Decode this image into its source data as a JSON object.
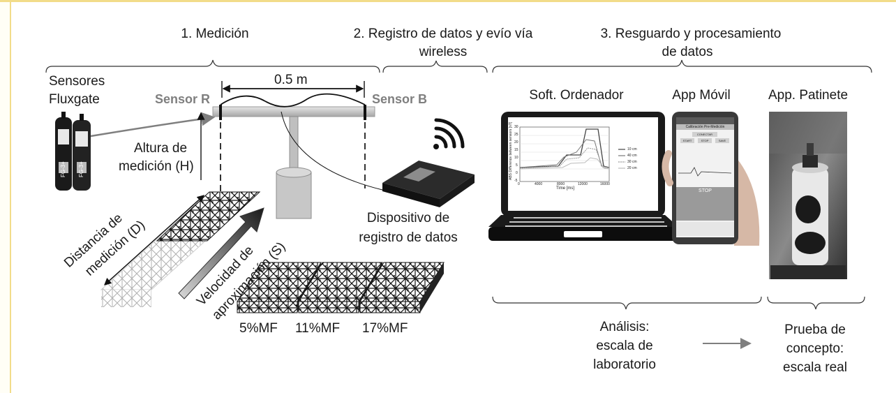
{
  "sections": {
    "s1": "1. Medición",
    "s2_line1": "2. Registro de datos y evío vía",
    "s2_line2": "wireless",
    "s3_line1": "3. Resguardo y procesamiento",
    "s3_line2": "de datos"
  },
  "left": {
    "sensores_line1": "Sensores",
    "sensores_line2": "Fluxgate",
    "sensor_r": "Sensor R",
    "sensor_b": "Sensor B",
    "distance": "0.5 m",
    "altura_line1": "Altura de",
    "altura_line2": "medición (H)",
    "distancia_line1": "Distancia de",
    "distancia_line2": "medición (D)",
    "velocidad_line1": "Velocidad de",
    "velocidad_line2": "aproximación (S)",
    "samples": [
      "5%MF",
      "11%MF",
      "17%MF"
    ],
    "fg_label": "FG-3+"
  },
  "middle": {
    "device_line1": "Dispositivo de",
    "device_line2": "registro de datos"
  },
  "right": {
    "soft_title": "Soft. Ordenador",
    "app_title": "App Móvil",
    "patinete_title": "App. Patinete",
    "analisis_line1": "Análisis:",
    "analisis_line2": "escala de",
    "analisis_line3": "laboratorio",
    "prueba_line1": "Prueba de",
    "prueba_line2": "concepto:",
    "prueba_line3": "escala real"
  },
  "mini_chart": {
    "ylabel": "ABS Difference between sensors [nT]",
    "xlabel": "Time [ms]",
    "xticks": [
      "0",
      "4000",
      "8000",
      "12000",
      "16000"
    ],
    "yticks": [
      "30",
      "25",
      "20",
      "15",
      "10",
      "5",
      "0",
      "-5"
    ],
    "legend": [
      "10 cm",
      "40 cm",
      "30 cm",
      "20 cm"
    ]
  },
  "phone": {
    "header": "Calibración Pre-Medición",
    "btn_top": "CONECTAR",
    "btn_start": "START",
    "btn_stop_small": "STOP",
    "btn_save": "SAVE",
    "stop_big": "STOP"
  },
  "colors": {
    "frame": "#f2dc8a",
    "sensor_label": "#7f7f7f",
    "arrow_gray": "#7f7f7f"
  }
}
